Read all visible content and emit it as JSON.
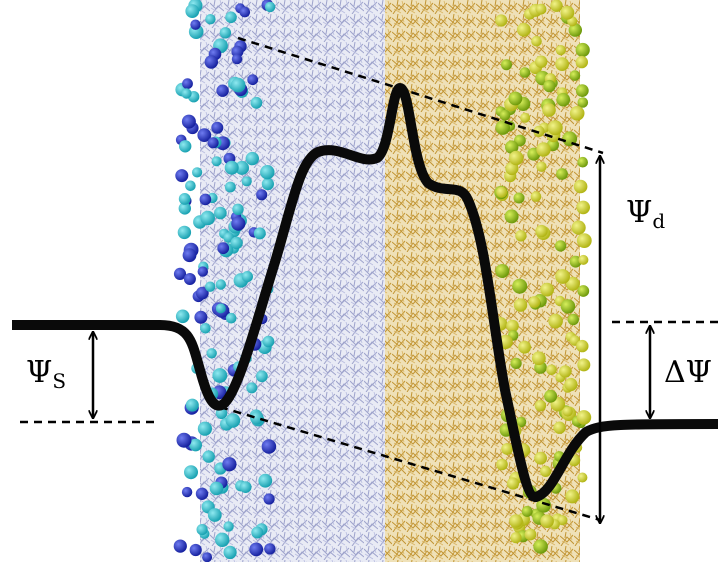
{
  "labels": {
    "psi_s_main": "Ψ",
    "psi_s_sub": "S",
    "psi_d_main": "Ψ",
    "psi_d_sub": "d",
    "delta_psi": "ΔΨ"
  },
  "colors": {
    "curve": "#0a0a0a",
    "left_membrane": "#a9aed6",
    "right_membrane": "#caa24a",
    "left_headgroups": [
      "#1b2ab5",
      "#27b6c4"
    ],
    "right_headgroups": [
      "#9cc21a",
      "#d4dc2c"
    ]
  }
}
